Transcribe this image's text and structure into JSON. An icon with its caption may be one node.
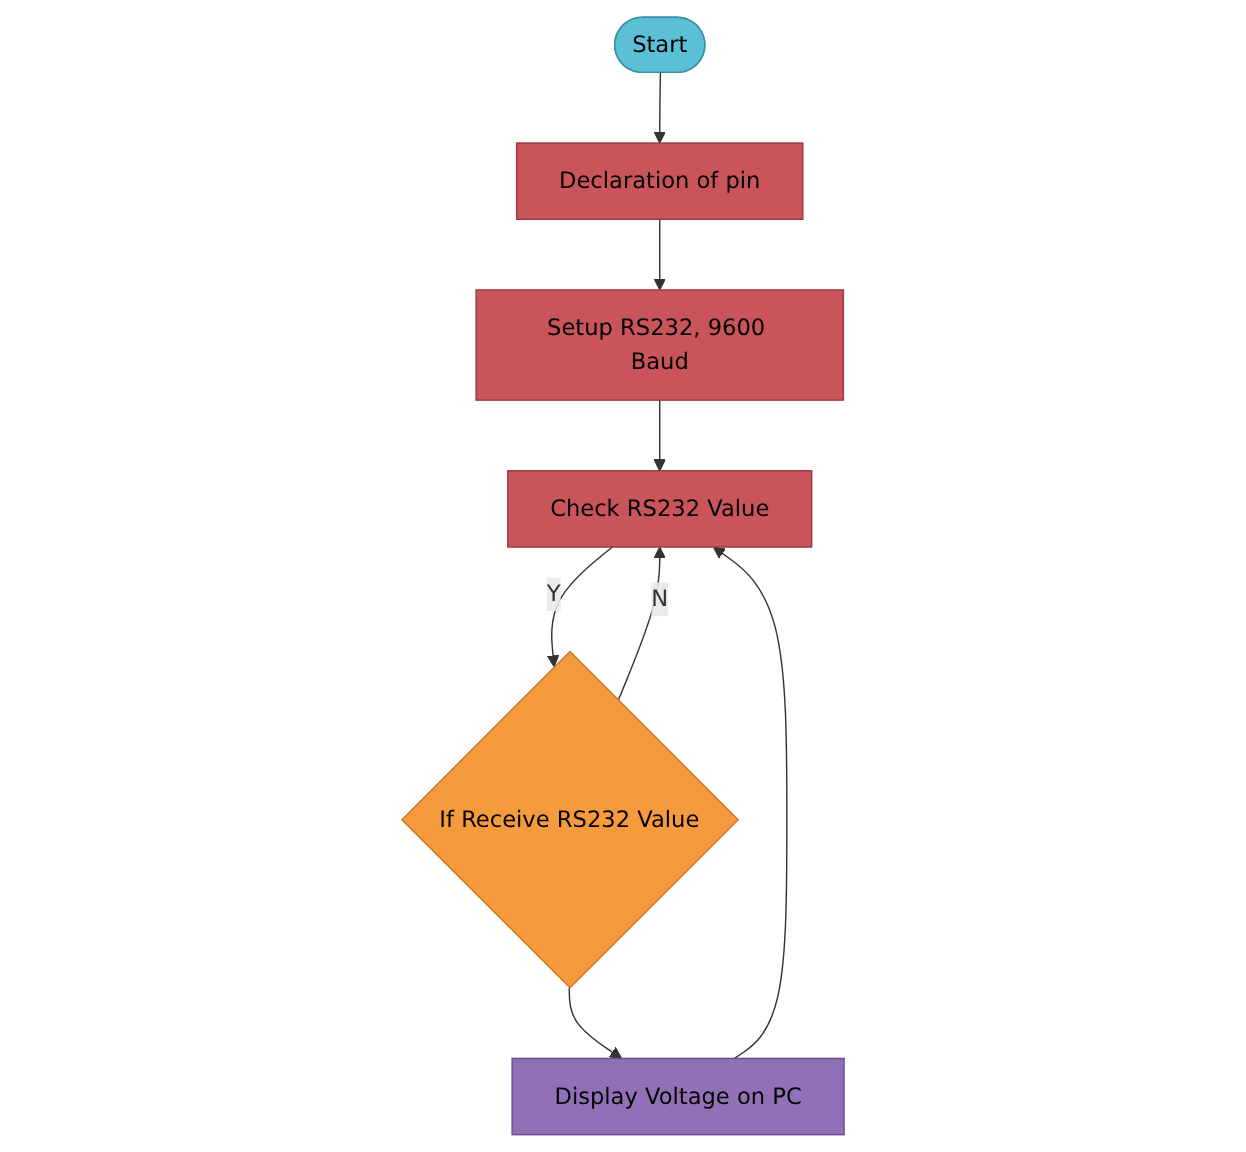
{
  "diagram": {
    "nodes": [
      {
        "text": [
          "Start"
        ]
      },
      {
        "text": [
          "Declaration of pin"
        ]
      },
      {
        "text": [
          "Setup RS232, 9600 Baud"
        ]
      },
      {
        "text": [
          "Check RS232 Value"
        ]
      },
      {
        "text": [
          "If Receive RS232 Value"
        ]
      },
      {
        "text": [
          "Display Voltage on PC"
        ]
      }
    ],
    "edges": [
      {
        "from": 0,
        "to": 1,
        "arrow": "to"
      },
      {
        "from": 1,
        "to": 2,
        "arrow": "to"
      },
      {
        "from": 2,
        "to": 3,
        "arrow": "to"
      },
      {
        "from": 3,
        "to": 4,
        "arrow": "to",
        "label": "Y"
      },
      {
        "from": 4,
        "to": 3,
        "arrow": "to",
        "label": "N"
      },
      {
        "from": 4,
        "to": 5,
        "arrow": "to"
      },
      {
        "from": 5,
        "to": 3,
        "arrow": "to"
      }
    ]
  }
}
